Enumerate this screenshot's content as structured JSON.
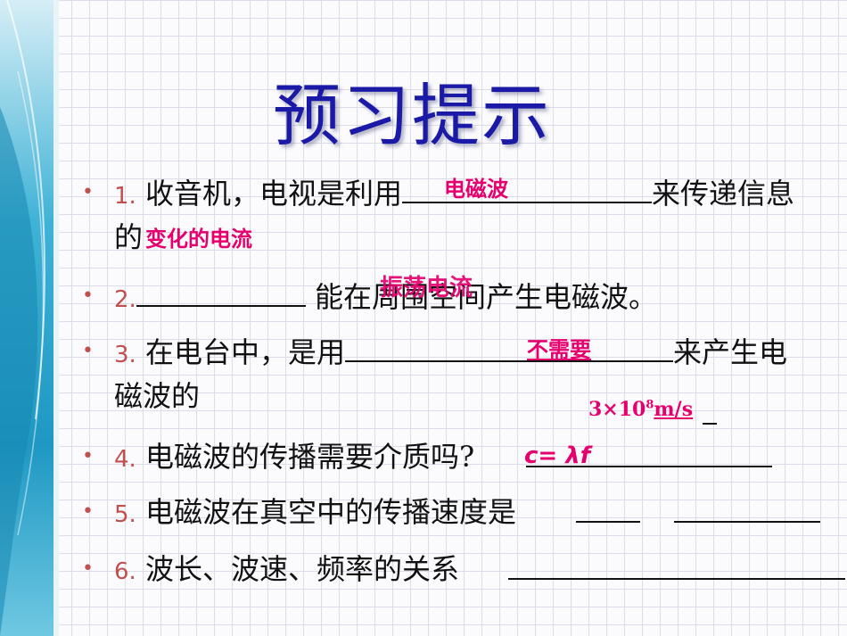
{
  "slide": {
    "title": "预习提示",
    "items": [
      {
        "bullet": "•",
        "num": "1.",
        "pre": " 收音机，电视是利用",
        "post": "来传递信息",
        "cont": "的"
      },
      {
        "bullet": "•",
        "num": "2.",
        "pre": "",
        "post": " 能在周围空间产生电磁波。"
      },
      {
        "bullet": "•",
        "num": "3.",
        "pre": " 在电台中，是用",
        "post": "来产生电",
        "cont": "磁波的"
      },
      {
        "bullet": "•",
        "num": "4.",
        "pre": " 电磁波的传播需要介质吗?",
        "post": ""
      },
      {
        "bullet": "•",
        "num": "5.",
        "pre": " 电磁波在真空中的传播速度是",
        "post": ""
      },
      {
        "bullet": "•",
        "num": "6.",
        "pre": " 波长、波速、频率的关系",
        "post": ""
      }
    ],
    "answers": {
      "a1": "电磁波",
      "a1b": "变化的电流",
      "a2": "振荡电流",
      "a3": "不需要",
      "a4_base": "3×10",
      "a4_exp": "8",
      "a4_unit": "m/s",
      "a5": "c= λf"
    }
  },
  "colors": {
    "title": "#1a1aa6",
    "bullet": "#c0504d",
    "answer": "#e5006e",
    "sidebar": "#27a3c9"
  }
}
